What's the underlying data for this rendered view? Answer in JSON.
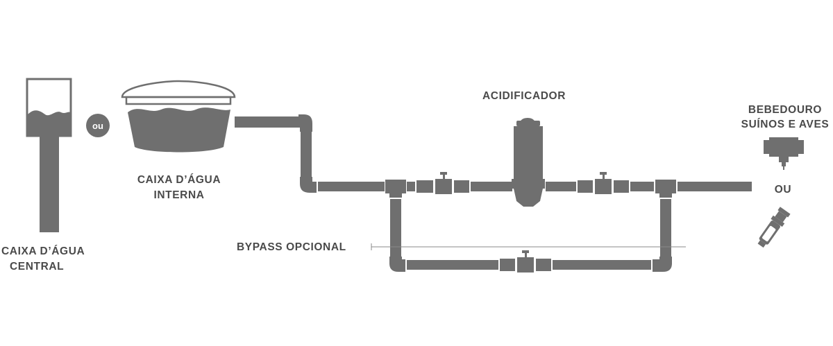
{
  "labels": {
    "central_tank": [
      "CAIXA D’ÁGUA",
      "CENTRAL"
    ],
    "or_badge": "ou",
    "internal_tank": [
      "CAIXA D’ÁGUA",
      "INTERNA"
    ],
    "acidifier": "ACIDIFICADOR",
    "bypass": "BYPASS OPCIONAL",
    "drinker": [
      "BEBEDOURO",
      "SUÍNOS E AVES"
    ],
    "or_right": "OU"
  },
  "colors": {
    "pipe": "#6f6f6f",
    "text": "#4a4a4a",
    "background": "#ffffff"
  },
  "icons": [
    "water-tower-icon",
    "water-tank-icon",
    "valve-icon",
    "acidifier-icon",
    "drinker-nipple-icon",
    "drinker-nozzle-icon"
  ]
}
